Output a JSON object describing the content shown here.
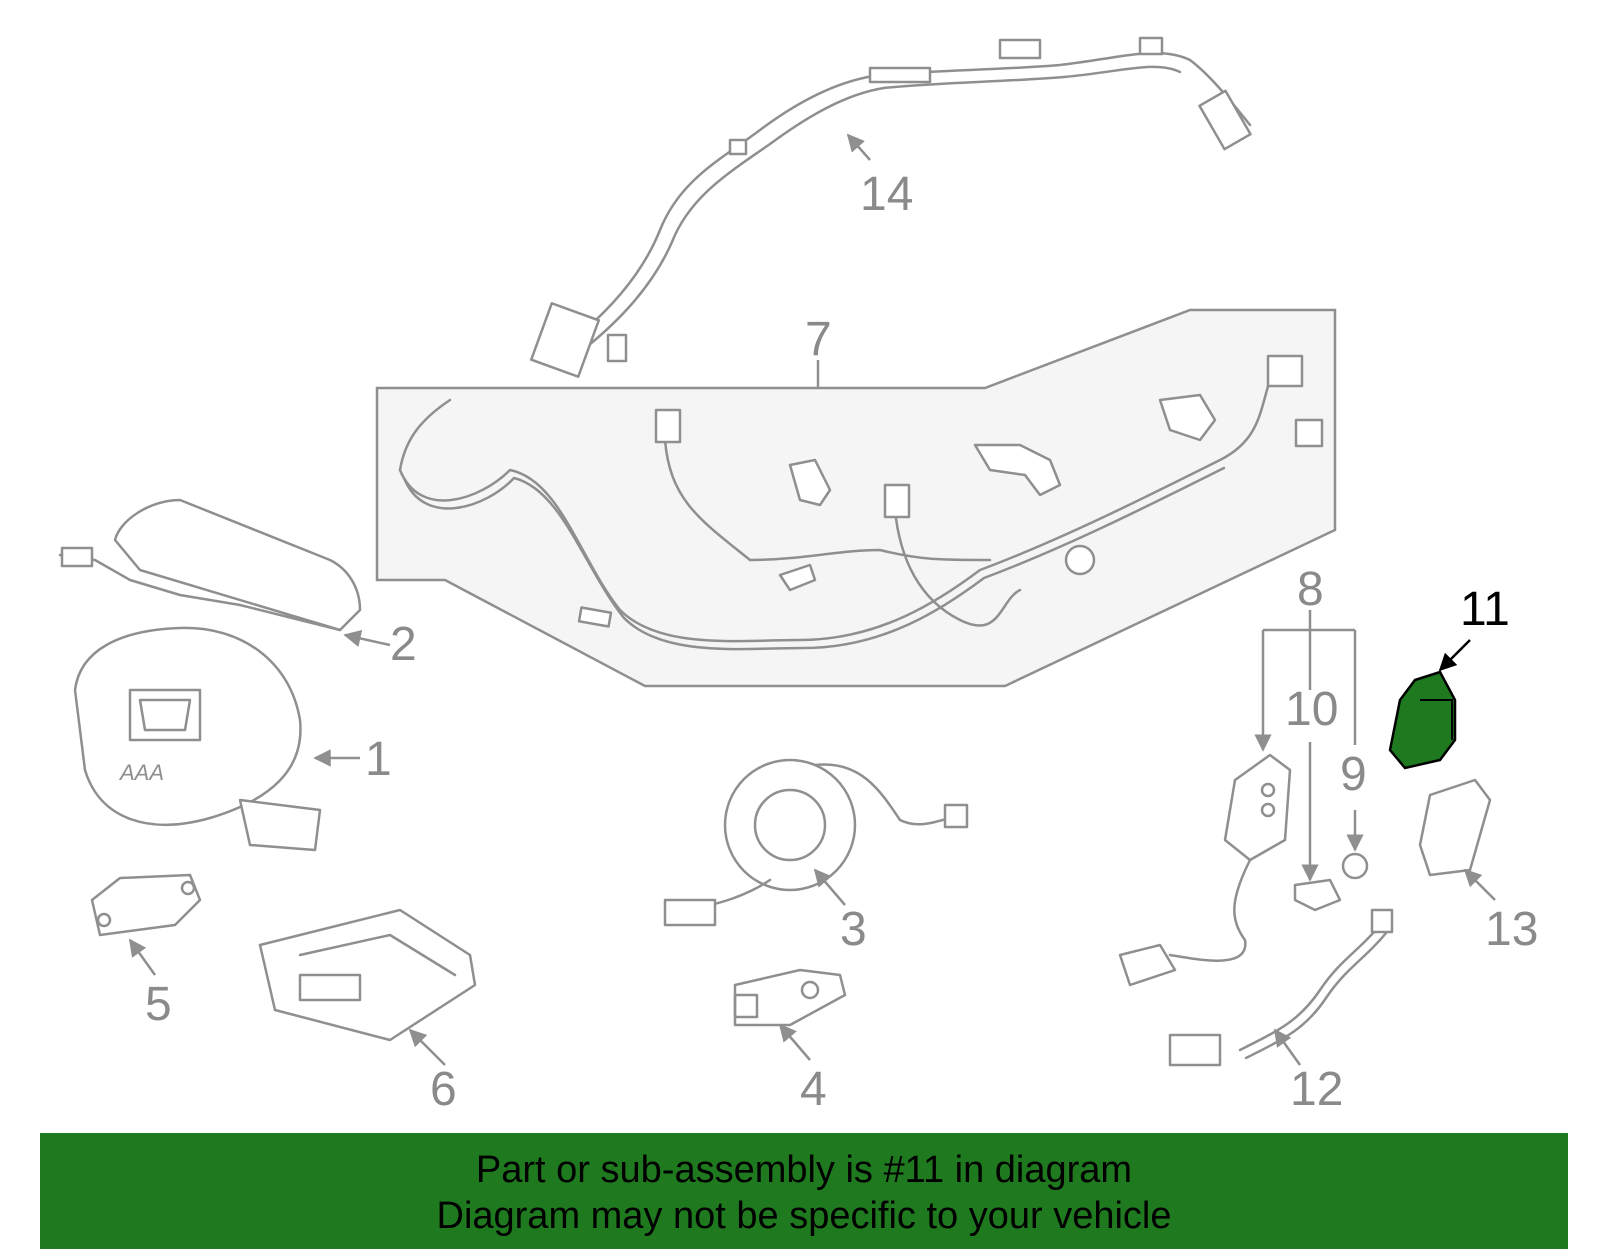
{
  "diagram": {
    "highlight_color": "#1f7a1f",
    "callouts": [
      {
        "id": "1",
        "label": "1"
      },
      {
        "id": "2",
        "label": "2"
      },
      {
        "id": "3",
        "label": "3"
      },
      {
        "id": "4",
        "label": "4"
      },
      {
        "id": "5",
        "label": "5"
      },
      {
        "id": "6",
        "label": "6"
      },
      {
        "id": "7",
        "label": "7"
      },
      {
        "id": "8",
        "label": "8"
      },
      {
        "id": "9",
        "label": "9"
      },
      {
        "id": "10",
        "label": "10"
      },
      {
        "id": "11",
        "label": "11",
        "highlighted": true
      },
      {
        "id": "12",
        "label": "12"
      },
      {
        "id": "13",
        "label": "13"
      },
      {
        "id": "14",
        "label": "14"
      }
    ]
  },
  "banner": {
    "line1": "Part or sub-assembly is #11 in diagram",
    "line2": "Diagram may not be specific to your vehicle",
    "background": "#1f7a1f"
  }
}
